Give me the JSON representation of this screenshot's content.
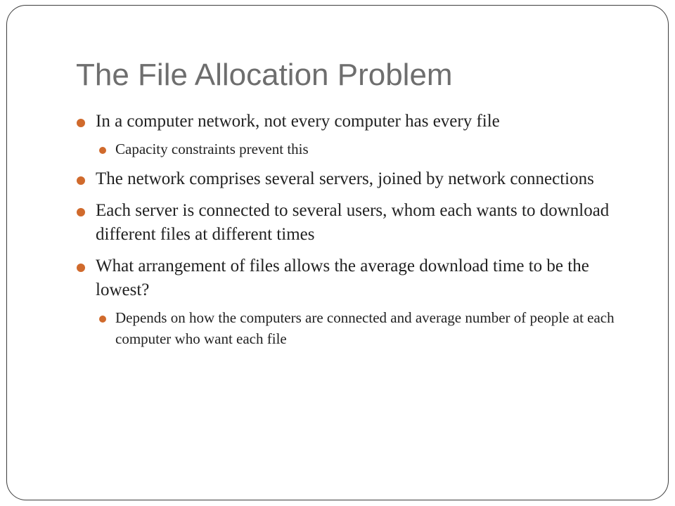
{
  "slide": {
    "title": "The File Allocation Problem",
    "bullet_color": "#d06a2c",
    "bullets": [
      {
        "level": 1,
        "text": "In a computer network, not every computer has every file"
      },
      {
        "level": 2,
        "text": "Capacity constraints prevent this"
      },
      {
        "level": 1,
        "text": "The network comprises several servers, joined by network connections"
      },
      {
        "level": 1,
        "text": "Each server is connected to several users, whom each wants to download different files at different times"
      },
      {
        "level": 1,
        "text": "What arrangement of files allows the average download time to be the lowest?"
      },
      {
        "level": 2,
        "text": "Depends on how the computers are connected and average number of people at each computer who want each file"
      }
    ]
  }
}
